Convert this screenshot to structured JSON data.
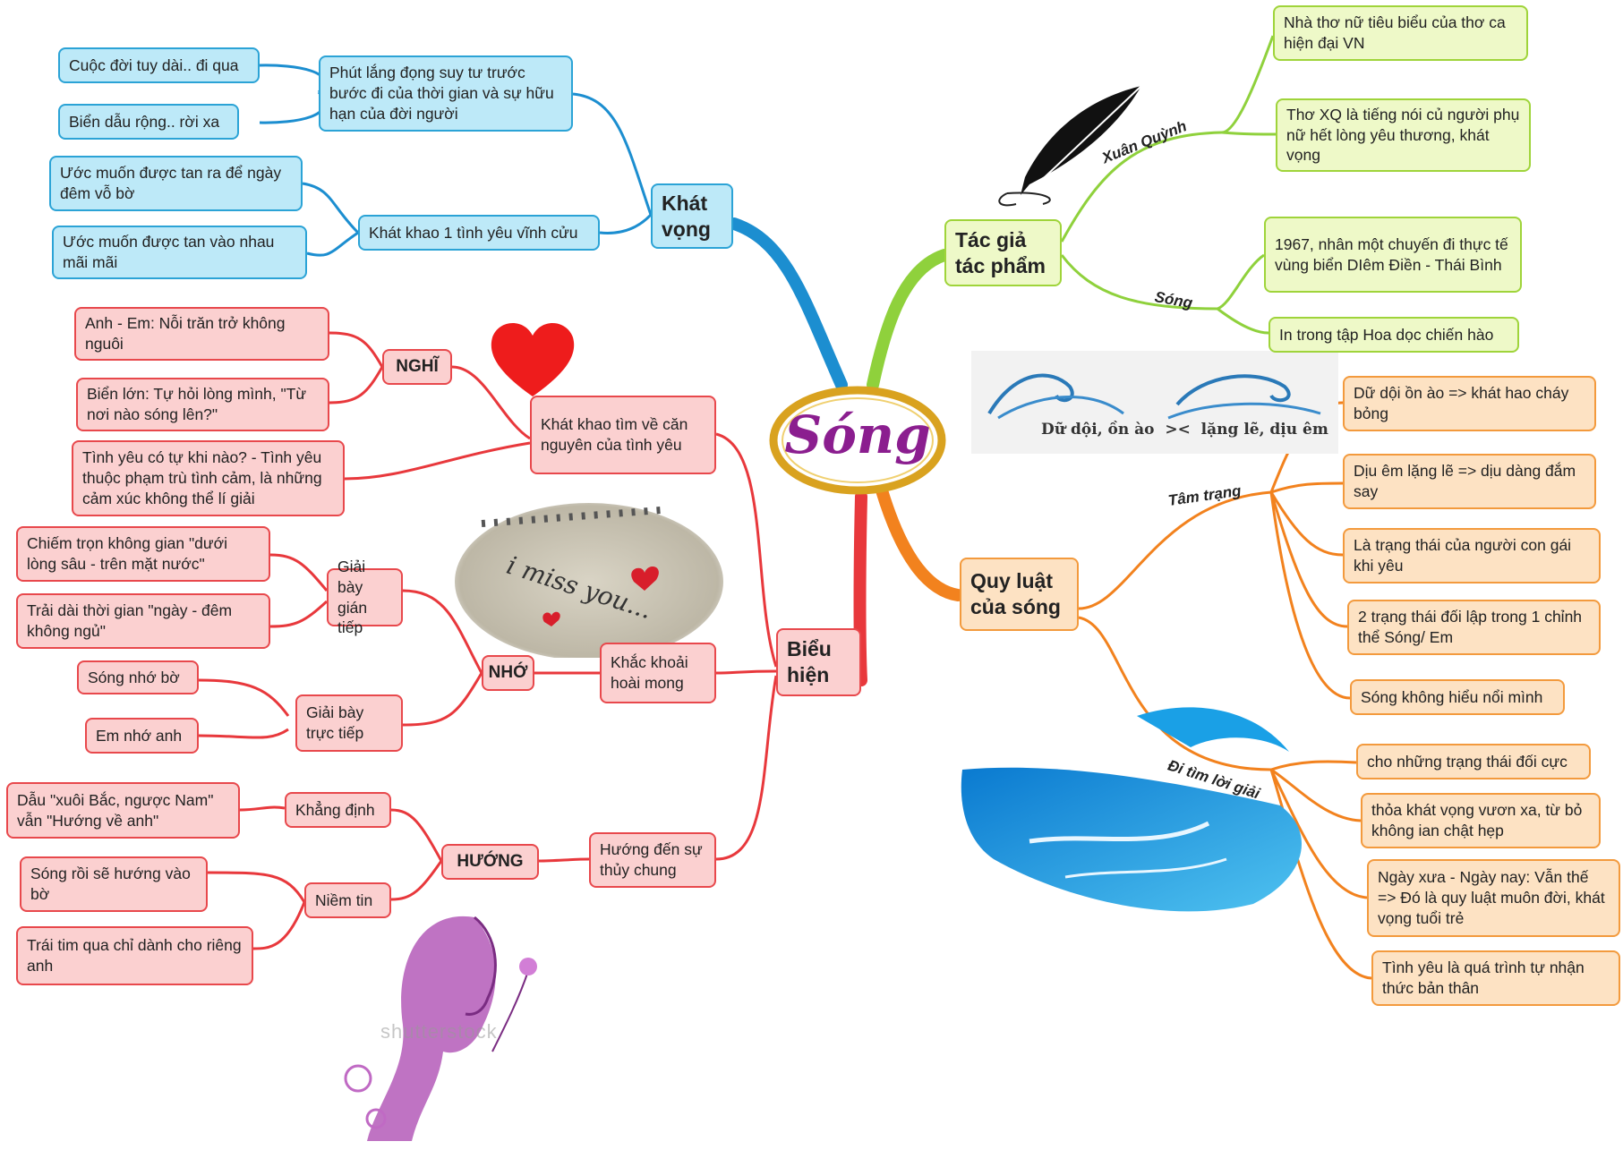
{
  "center": {
    "title": "Sóng"
  },
  "main_branches": {
    "khat_vong": "Khát\nvọng",
    "tac_gia": "Tác giả\ntác phẩm",
    "bieu_hien": "Biểu\nhiện",
    "quy_luat": "Quy luật\ncủa sóng"
  },
  "khat_vong": {
    "phut_lang": "Phút lắng đọng suy tư trước bước đi của thời gian và sự hữu hạn của đời người",
    "cuoc_doi": "Cuộc đời tuy dài.. đi qua",
    "bien_dau": "Biển dẫu rộng.. rời xa",
    "khat_khao": "Khát khao 1 tình yêu vĩnh cửu",
    "uoc_muon_1": "Ước muốn được tan ra để ngày đêm vỗ bờ",
    "uoc_muon_2": "Ước muốn được tan vào nhau mãi mãi"
  },
  "tac_gia": {
    "label_xuan_quynh": "Xuân Quỳnh",
    "label_song": "Sóng",
    "nha_tho": "Nhà thơ nữ tiêu biểu của thơ ca hiện đại VN",
    "tho_xq": "Thơ XQ là tiếng nói củ người phụ nữ hết lòng yêu thương, khát vọng",
    "nam_1967": "1967, nhân một chuyến đi thực tế vùng biển DIêm Điền - Thái Bình",
    "in_trong_tap": "In trong tập Hoa dọc chiến hào"
  },
  "bieu_hien": {
    "khat_khao_tim": "Khát khao tìm về căn nguyên của tình yêu",
    "nghi": "NGHĨ",
    "anh_em": "Anh - Em: Nỗi trăn trở không nguôi",
    "bien_lon": "Biển lớn: Tự hỏi lòng mình, \"Từ nơi nào sóng lên?\"",
    "tinh_yeu_co": "Tình yêu có tự khi nào? - Tình yêu thuộc phạm trù tình cảm, là những cảm xúc không thể lí giải",
    "khac_khoai": "Khắc khoải hoài mong",
    "nho": "NHỚ",
    "gian_tiep": "Giải bày gián tiếp",
    "truc_tiep": "Giải bày trực tiếp",
    "chiem_tron": "Chiếm trọn không gian \"dưới lòng sâu - trên mặt nước\"",
    "trai_dai": "Trải dài thời gian \"ngày - đêm không ngủ\"",
    "song_nho_bo": "Sóng nhớ bờ",
    "em_nho_anh": "Em nhớ anh",
    "huong_den": "Hướng đến sự thủy chung",
    "huong": "HƯỚNG",
    "khang_dinh": "Khẳng định",
    "niem_tin": "Niềm tin",
    "dau_xuoi_bac": "Dẫu \"xuôi Bắc, ngược Nam\" vẫn \"Hướng về anh\"",
    "song_roi": "Sóng rồi sẽ hướng vào bờ",
    "trai_tim": "Trái tim qua chỉ dành cho riêng anh"
  },
  "quy_luat": {
    "label_tam_trang": "Tâm trạng",
    "label_di_tim": "Đi tìm lời giải",
    "du_doi": "Dữ dội ồn ào => khát hao cháy bỏng",
    "diu_em": "Dịu êm lặng lẽ => dịu dàng đắm say",
    "la_trang_thai": "Là trạng thái của người con gái khi yêu",
    "hai_trang_thai": "2 trạng thái đối lập trong 1 chỉnh thể Sóng/ Em",
    "song_khong_hieu": "Sóng không hiểu nổi mình",
    "cho_nhung": "cho những trạng thái đối cực",
    "thoa_khat_vong": "thỏa khát vọng vươn xa, từ bỏ không ian chật hẹp",
    "ngay_xua": "Ngày xưa - Ngày nay: Vẫn thế => Đó là quy luật muôn đời, khát vọng tuổi trẻ",
    "tinh_yeu_la": "Tình yêu là quá trình tự nhận thức bản thân"
  },
  "images": {
    "wave_caption": "Dữ dội, ồn ào  ><  lặng lẽ, dịu êm",
    "note_text": "i miss you...",
    "watermark": "shutterstock"
  },
  "colors": {
    "blue": "#1c8ed0",
    "red": "#e8383c",
    "green": "#8fd13c",
    "orange": "#f2821e",
    "center_text": "#8b1e8f",
    "center_ring": "#d9a21f"
  }
}
